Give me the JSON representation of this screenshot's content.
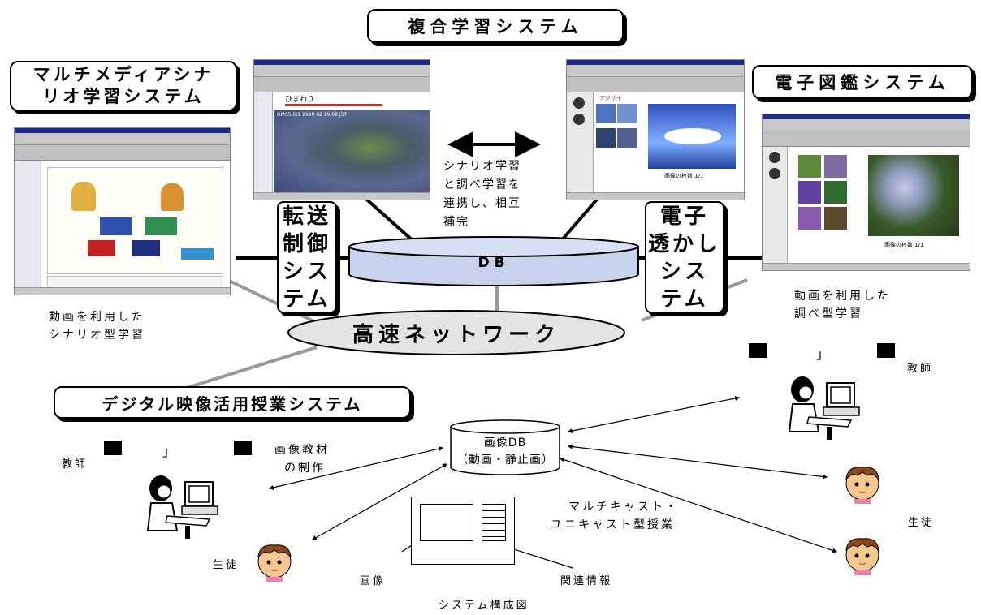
{
  "titles": {
    "composite": "複合学習システム",
    "multimedia_line1": "マルチメディアシナ",
    "multimedia_line2": "リオ学習システム",
    "encyclopedia": "電子図鑑システム",
    "digital_video": "デジタル映像活用授業システム"
  },
  "vertical_boxes": {
    "transfer": [
      "転送",
      "制御",
      "シス",
      "テム"
    ],
    "watermark": [
      "電子",
      "透かし",
      "シス",
      "テム"
    ]
  },
  "db_label": "DB",
  "network_label": "高速ネットワーク",
  "linkage_text": [
    "シナリオ学習",
    "と調べ学習を",
    "連携し、相互",
    "補完"
  ],
  "left_caption": [
    "動画を利用した",
    "シナリオ型学習"
  ],
  "right_caption": [
    "動画を利用した",
    "調べ型学習"
  ],
  "image_db": [
    "画像DB",
    "（動画・静止画）"
  ],
  "material_text": [
    "画像教材",
    "の制作"
  ],
  "multicast_text": [
    "マルチキャスト・",
    "ユニキャスト型授業"
  ],
  "labels": {
    "teacher_left": "教師",
    "teacher_right": "教師",
    "student_left": "生徒",
    "student_right": "生徒",
    "image": "画像",
    "related_info": "関連情報",
    "bracket_left": "」",
    "bracket_right": "」"
  },
  "caption": "システム構成図",
  "screens": {
    "weather_heading": "ひまわり",
    "weather_stamp": "GMS5 IR1 1999 02 19 09 JST",
    "flower_heading": "アジサイ",
    "flower_count": "画像の枚数 1/1",
    "flower_count2": "画像の枚数 1/1"
  }
}
